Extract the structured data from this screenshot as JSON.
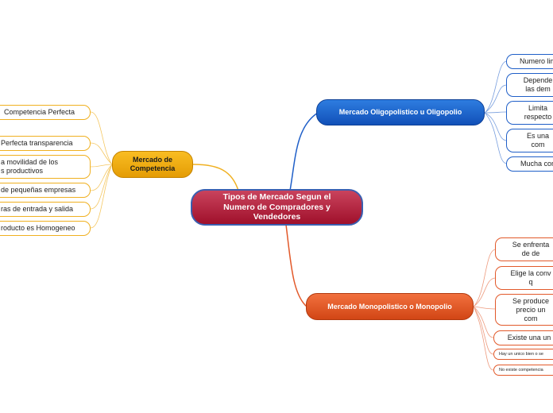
{
  "central": {
    "title": "Tipos de Mercado Segun el Numero de Compradores y Vendedores"
  },
  "colors": {
    "blue": "#1f5fc8",
    "orange": "#e2592a",
    "gold": "#f0b020",
    "central": "#b52441"
  },
  "oligopolio": {
    "title": "Mercado Oligopolistico u Oligopolio",
    "items": [
      "Numero lim",
      "Depende\nlas dem",
      "Limita\nrespecto",
      "Es una\ncom",
      "Mucha con"
    ]
  },
  "monopolio": {
    "title": "Mercado Monopolistico o Monopolio",
    "items": [
      "Se enfrenta\nde de",
      "Elige la conv\nq",
      "Se produce\nprecio un\ncom",
      "Existe una un",
      "Hay un unico bien o se",
      "No existe competencia"
    ]
  },
  "competencia": {
    "title": "Mercado de Competencia",
    "items": [
      "Competencia Perfecta",
      "Perfecta transparencia",
      "a movilidad de los\ns productivos",
      "de pequeñas empresas",
      "ras de entrada y salida",
      "roducto es Homogeneo"
    ]
  }
}
